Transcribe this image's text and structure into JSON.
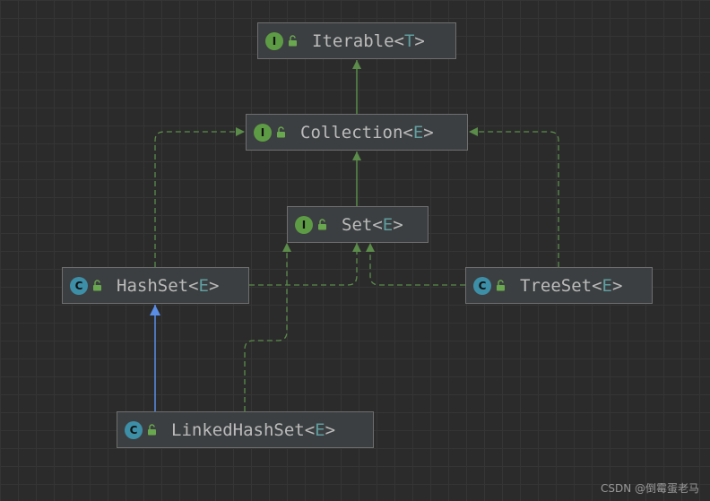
{
  "nodes": [
    {
      "id": "iterable",
      "kind": "interface",
      "kind_letter": "I",
      "name": "Iterable",
      "type_param": "T"
    },
    {
      "id": "collection",
      "kind": "interface",
      "kind_letter": "I",
      "name": "Collection",
      "type_param": "E"
    },
    {
      "id": "set",
      "kind": "interface",
      "kind_letter": "I",
      "name": "Set",
      "type_param": "E"
    },
    {
      "id": "hashset",
      "kind": "class",
      "kind_letter": "C",
      "name": "HashSet",
      "type_param": "E"
    },
    {
      "id": "treeset",
      "kind": "class",
      "kind_letter": "C",
      "name": "TreeSet",
      "type_param": "E"
    },
    {
      "id": "linkedhashset",
      "kind": "class",
      "kind_letter": "C",
      "name": "LinkedHashSet",
      "type_param": "E"
    }
  ],
  "edges": [
    {
      "from": "collection",
      "to": "iterable",
      "type": "extends-interface"
    },
    {
      "from": "set",
      "to": "collection",
      "type": "extends-interface"
    },
    {
      "from": "hashset",
      "to": "collection",
      "type": "implements"
    },
    {
      "from": "treeset",
      "to": "collection",
      "type": "implements"
    },
    {
      "from": "hashset",
      "to": "set",
      "type": "implements"
    },
    {
      "from": "treeset",
      "to": "set",
      "type": "implements"
    },
    {
      "from": "linkedhashset",
      "to": "set",
      "type": "implements"
    },
    {
      "from": "linkedhashset",
      "to": "hashset",
      "type": "extends-class"
    }
  ],
  "colors": {
    "interface_edge": "#5b8c4a",
    "class_edge": "#5a8ee6",
    "interface_badge": "#5d9c45",
    "class_badge": "#3d8fa8",
    "type_param": "#5f9ea0"
  },
  "watermark": "CSDN @倒霉蛋老马"
}
